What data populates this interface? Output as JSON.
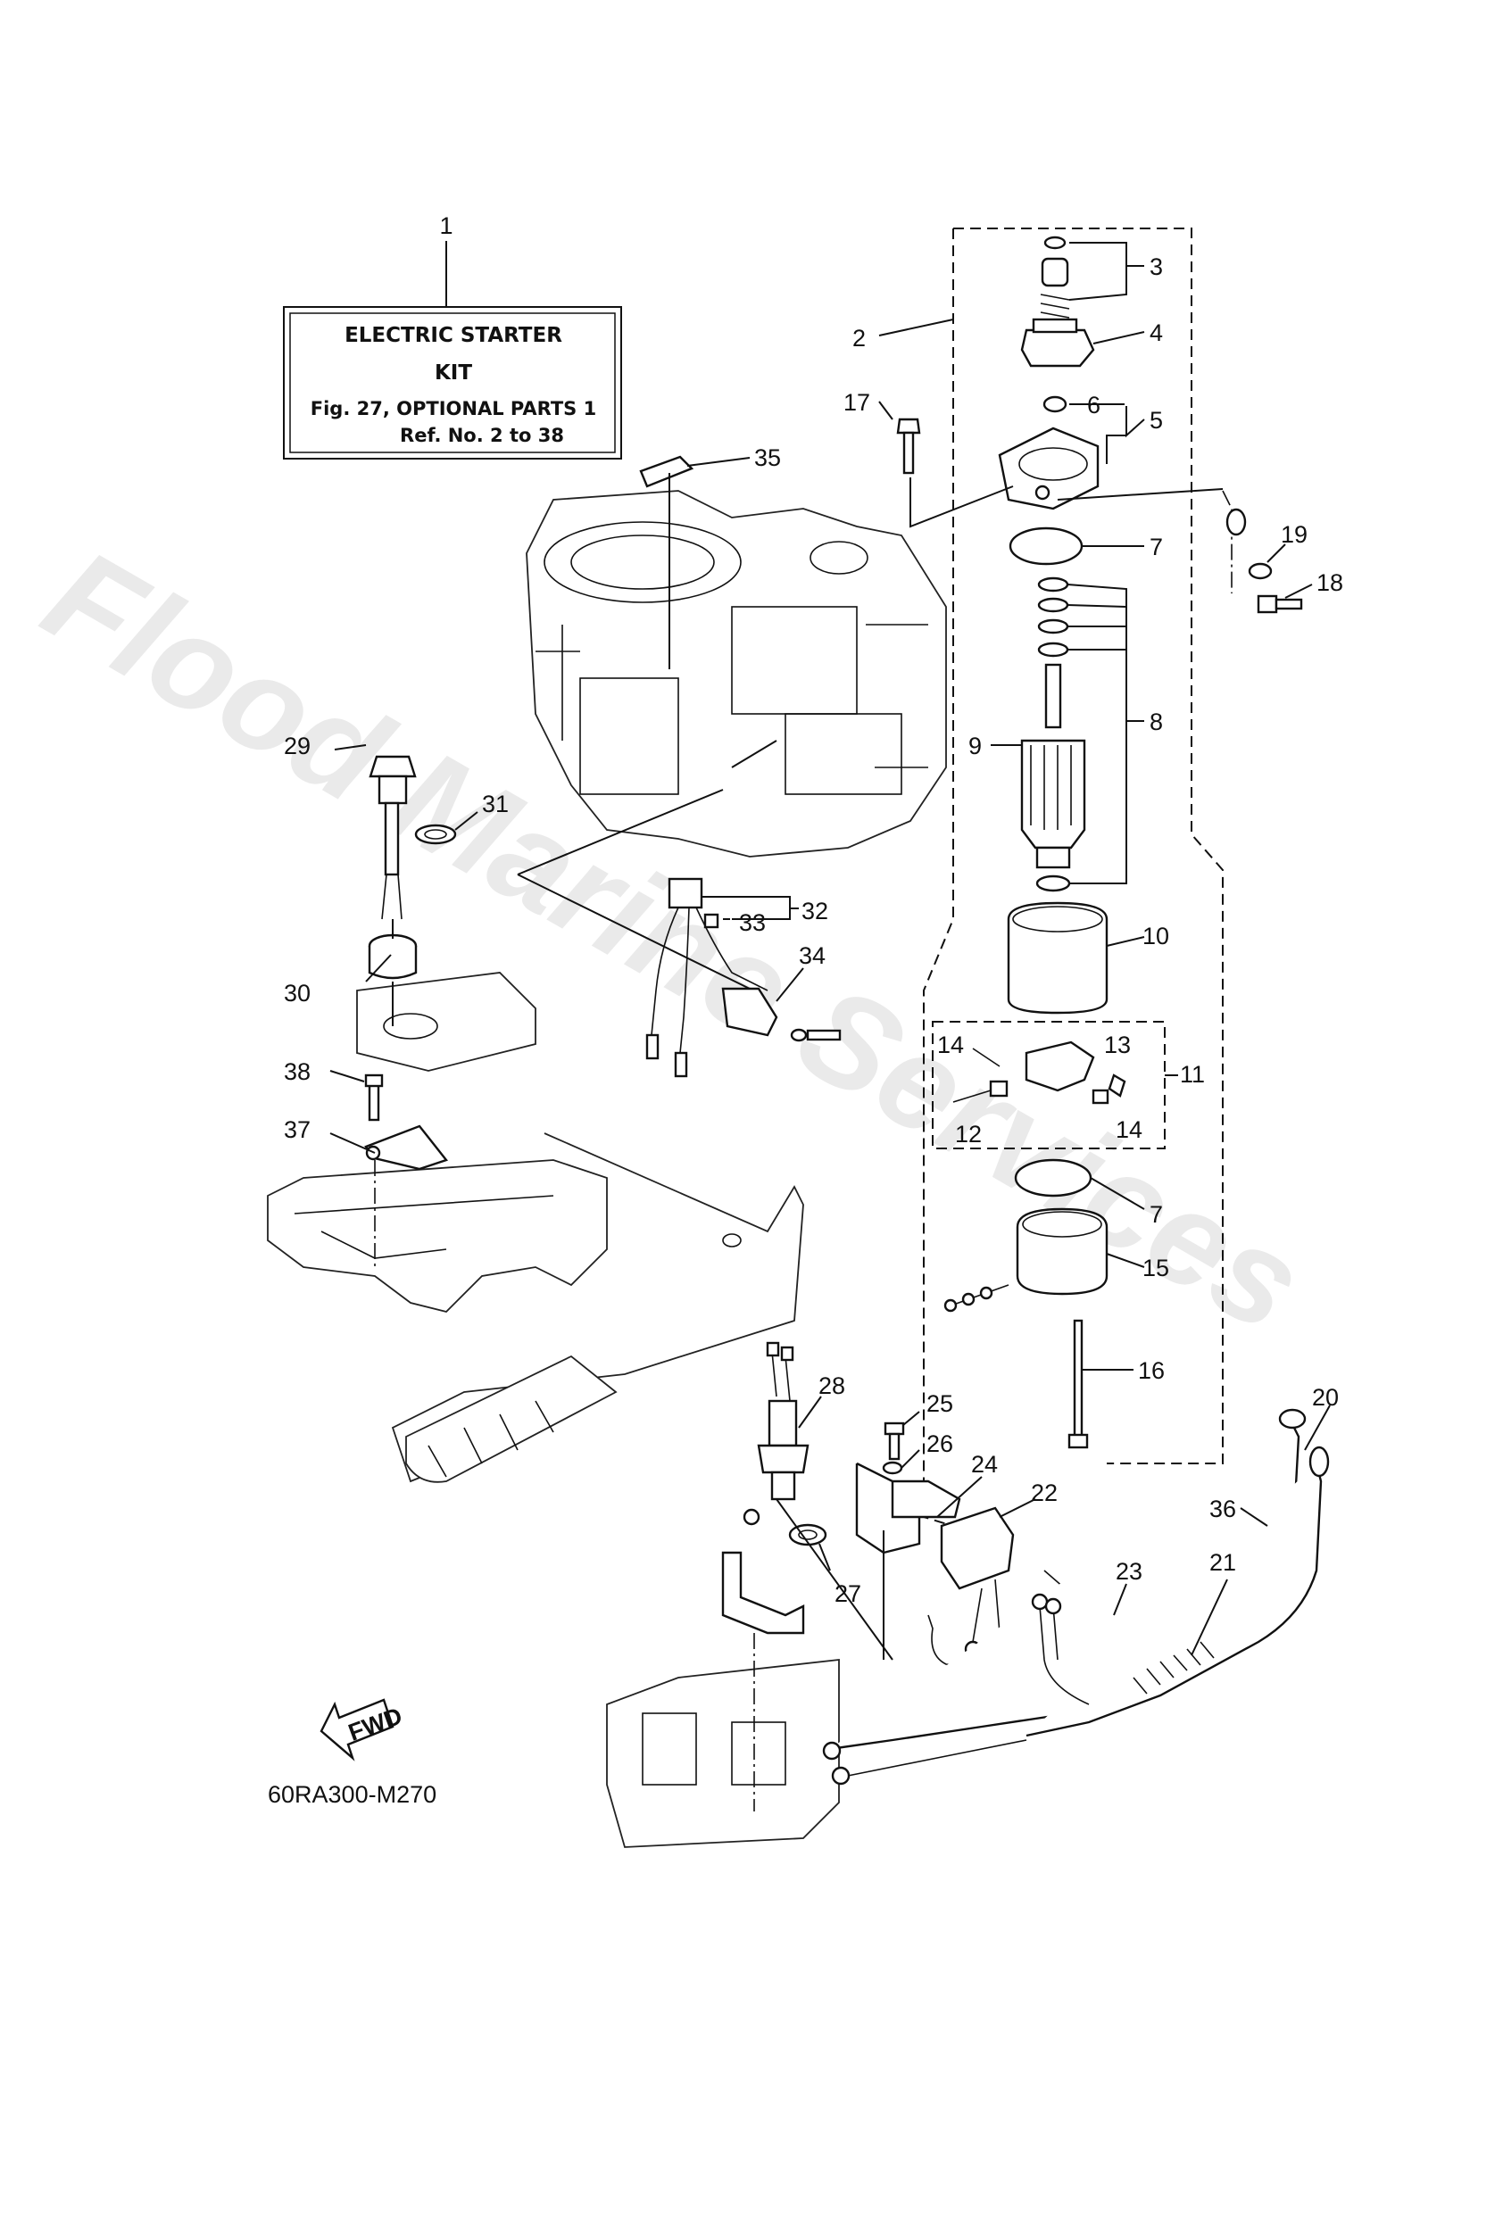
{
  "kit_box": {
    "line1": "ELECTRIC STARTER",
    "line2": "KIT",
    "line3": "Fig. 27, OPTIONAL PARTS 1",
    "line4": "Ref. No. 2 to 38"
  },
  "diagram_code": "60RA300-M270",
  "fwd_label": "FWD",
  "watermark": "Flood Marine Services",
  "callouts": [
    "1",
    "2",
    "3",
    "4",
    "5",
    "6",
    "7",
    "7",
    "8",
    "9",
    "10",
    "11",
    "12",
    "13",
    "14",
    "14",
    "15",
    "16",
    "17",
    "18",
    "19",
    "20",
    "21",
    "22",
    "23",
    "24",
    "25",
    "26",
    "27",
    "28",
    "29",
    "30",
    "31",
    "32",
    "33",
    "34",
    "35",
    "36",
    "37",
    "38"
  ]
}
